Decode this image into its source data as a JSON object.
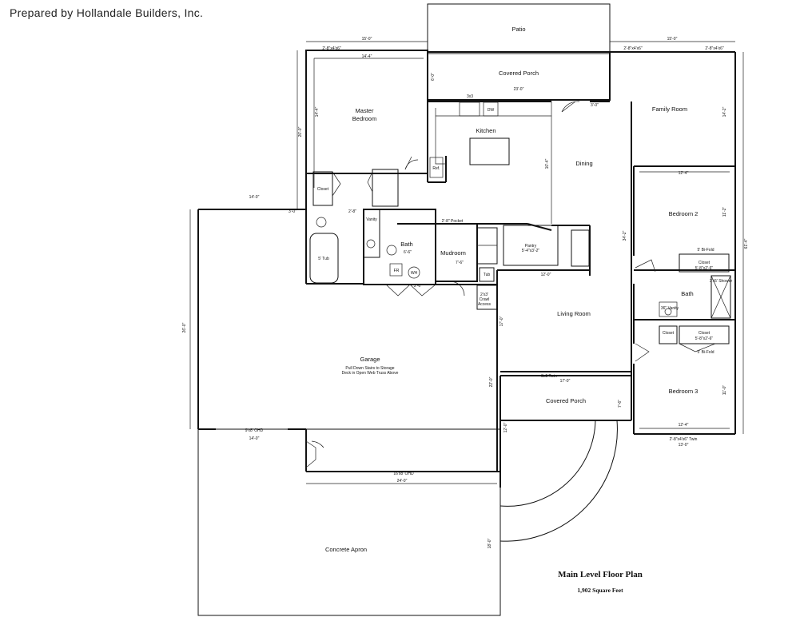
{
  "header": {
    "prepared_by": "Prepared by Hollandale Builders, Inc."
  },
  "plan": {
    "title": "Main Level Floor Plan",
    "area": "1,902 Square Feet"
  },
  "rooms": {
    "patio": "Patio",
    "covered_porch_top": "Covered Porch",
    "master_bedroom_1": "Master",
    "master_bedroom_2": "Bedroom",
    "kitchen": "Kitchen",
    "dining": "Dining",
    "family_room": "Family Room",
    "bedroom2": "Bedroom 2",
    "bedroom3": "Bedroom 3",
    "bath_main": "Bath",
    "bath_right": "Bath",
    "mudroom": "Mudroom",
    "living_room": "Living Room",
    "garage": "Garage",
    "garage_note_1": "Pull Down Stairs to Storage",
    "garage_note_2": "Deck in Open Web Truss Above",
    "covered_porch_front": "Covered Porch",
    "concrete_apron": "Concrete Apron",
    "pantry_1": "Pantry",
    "pantry_2": "5'-4\"x3'-2\"",
    "closet_master": "Closet",
    "closet_bed2": "Closet",
    "closet_bed2_size": "5'-8\"x2'-6\"",
    "closet_bed3": "Closet",
    "closet_bed3_size": "5'-8\"x2'-6\"",
    "closet_small": "Closet",
    "vanity": "Vanity",
    "vanity_right": "36\" Vanity",
    "shower": "3'x5' Shower",
    "tub": "5' Tub",
    "attic_access_1": "2'x3'",
    "attic_access_2": "Crawl",
    "attic_access_3": "Access",
    "dw": "DW",
    "ref": "Ref.",
    "fr": "FR",
    "wh": "WH",
    "tub_small": "Tub",
    "garage_door_1": "9'x8' OHD",
    "garage_door_2": "16'x8' OHD"
  },
  "dimensions": {
    "master_top": "15'-0\"",
    "master_window": "2'-8\"x4'x6\"",
    "master_inner": "14'-4\"",
    "master_side": "20'-0\"",
    "master_side_inner": "14'-4\"",
    "family_top": "15'-0\"",
    "family_window_1": "2'-8\"x4'x6\"",
    "family_window_2": "2'-8\"x4'x6\"",
    "family_side": "14'-2\"",
    "right_side": "61'-4\"",
    "porch_width": "23'-0\"",
    "porch_depth": "6'-0\"",
    "window_3x3": "3x3",
    "garage_top": "14'-0\"",
    "garage_side": "26'-0\"",
    "garage_bottom_left": "14'-0\"",
    "garage_bottom": "24'-0\"",
    "apron_side": "18'-0\"",
    "bed2_top": "12'-4\"",
    "bed2_side": "11'-2\"",
    "bed3_bottom": "12'-4\"",
    "bed3_side": "11'-0\"",
    "bed3_total": "13'-0\"",
    "bed3_window": "2'-8\"x4'x6\" Twin",
    "living_top": "12'-0\"",
    "living_side": "17'-0\"",
    "living_bottom": "17'-0\"",
    "living_window": "3x5 Twin",
    "dining_side": "34'-2\"",
    "kitchen_side": "10'-4\"",
    "mud_w": "7'-6\"",
    "bath_w": "6'-6\"",
    "porch_front_side": "7'-6\"",
    "small_door": "3'-0\"",
    "door_30": "3'-0\"",
    "door_28": "2'-8\"",
    "door_26": "2'-6\"",
    "pocket": "2'-8\" Pocket",
    "bifold_5": "5' Bi-Fold",
    "bifold_6": "5' Bi-Fold",
    "garage_right_1": "22'-0\"",
    "garage_right_2": "12'-0\""
  }
}
